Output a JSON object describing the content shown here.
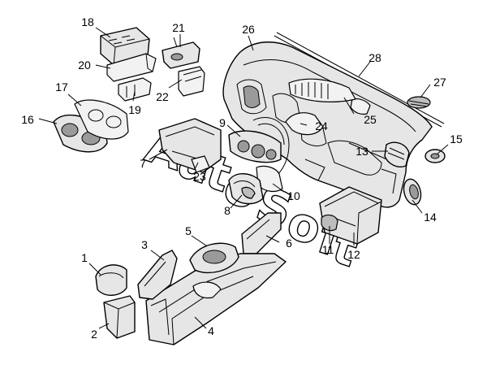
{
  "watermark": [
    "A",
    "u",
    "t",
    "o",
    "S",
    "o",
    "f",
    "t"
  ],
  "callouts": [
    {
      "id": "1",
      "label": "1"
    },
    {
      "id": "2",
      "label": "2"
    },
    {
      "id": "3",
      "label": "3"
    },
    {
      "id": "4",
      "label": "4"
    },
    {
      "id": "5",
      "label": "5"
    },
    {
      "id": "6",
      "label": "6"
    },
    {
      "id": "7",
      "label": "7"
    },
    {
      "id": "8",
      "label": "8"
    },
    {
      "id": "9",
      "label": "9"
    },
    {
      "id": "10",
      "label": "10"
    },
    {
      "id": "11",
      "label": "11"
    },
    {
      "id": "12",
      "label": "12"
    },
    {
      "id": "13",
      "label": "13"
    },
    {
      "id": "14",
      "label": "14"
    },
    {
      "id": "15",
      "label": "15"
    },
    {
      "id": "16",
      "label": "16"
    },
    {
      "id": "17",
      "label": "17"
    },
    {
      "id": "18",
      "label": "18"
    },
    {
      "id": "19",
      "label": "19"
    },
    {
      "id": "20",
      "label": "20"
    },
    {
      "id": "21",
      "label": "21"
    },
    {
      "id": "22",
      "label": "22"
    },
    {
      "id": "23",
      "label": "23"
    },
    {
      "id": "24",
      "label": "24"
    },
    {
      "id": "25",
      "label": "25"
    },
    {
      "id": "26",
      "label": "26"
    },
    {
      "id": "27",
      "label": "27"
    },
    {
      "id": "28",
      "label": "28"
    }
  ]
}
